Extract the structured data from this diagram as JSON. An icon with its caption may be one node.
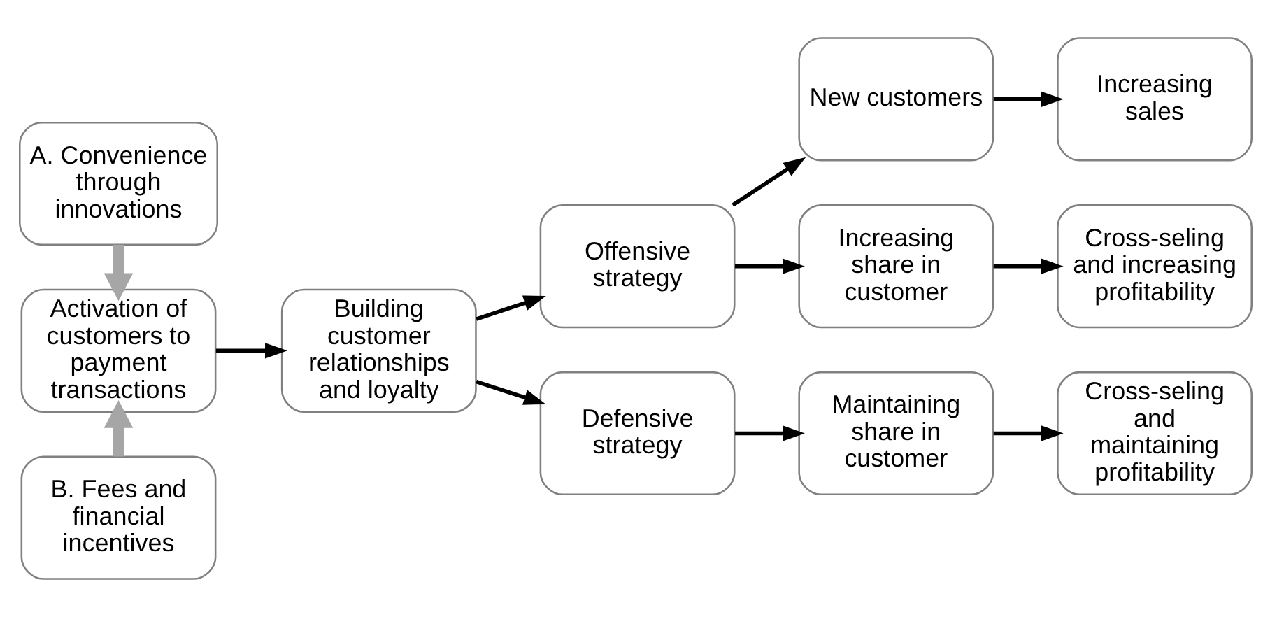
{
  "diagram": {
    "nodes": [
      {
        "text": [
          "A. Convenience through innovations"
        ]
      },
      {
        "text": [
          "Activation of customers to payment transactions"
        ]
      },
      {
        "text": [
          "B. Fees and financial incentives"
        ]
      },
      {
        "text": [
          "Building customer relationships and loyalty"
        ]
      },
      {
        "text": [
          "Offensive strategy"
        ]
      },
      {
        "text": [
          "Defensive strategy"
        ]
      },
      {
        "text": [
          "New customers"
        ]
      },
      {
        "text": [
          "Increasing share in customer"
        ]
      },
      {
        "text": [
          "Maintaining share in customer"
        ]
      },
      {
        "text": [
          "Increasing sales"
        ]
      },
      {
        "text": [
          "Cross-seling and increasing profitability"
        ]
      },
      {
        "text": [
          "Cross-seling and maintaining profitability"
        ]
      }
    ],
    "edges": [
      {
        "from": 0,
        "to": 1,
        "arrow": "to",
        "style": "thick",
        "color": "#a6a6a6"
      },
      {
        "from": 2,
        "to": 1,
        "arrow": "to",
        "style": "thick",
        "color": "#a6a6a6"
      },
      {
        "from": 1,
        "to": 3,
        "arrow": "to"
      },
      {
        "from": 3,
        "to": 4,
        "arrow": "to"
      },
      {
        "from": 3,
        "to": 5,
        "arrow": "to"
      },
      {
        "from": 4,
        "to": 6,
        "arrow": "to"
      },
      {
        "from": 4,
        "to": 7,
        "arrow": "to"
      },
      {
        "from": 5,
        "to": 8,
        "arrow": "to"
      },
      {
        "from": 6,
        "to": 9,
        "arrow": "to"
      },
      {
        "from": 7,
        "to": 10,
        "arrow": "to"
      },
      {
        "from": 8,
        "to": 11,
        "arrow": "to"
      }
    ]
  }
}
